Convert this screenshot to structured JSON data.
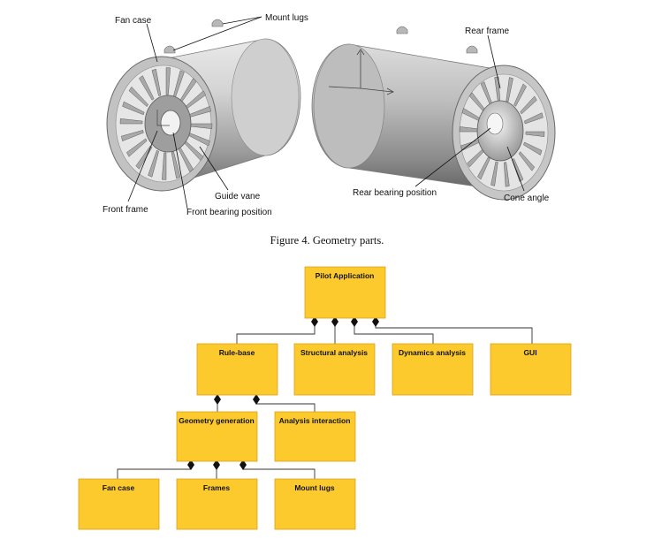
{
  "callouts": {
    "fan_case": "Fan case",
    "mount_lugs": "Mount lugs",
    "rear_frame": "Rear frame",
    "guide_vane": "Guide vane",
    "front_frame": "Front frame",
    "front_bearing_position": "Front bearing position",
    "rear_bearing_position": "Rear bearing position",
    "cone_angle": "Cone angle"
  },
  "caption": "Figure 4. Geometry parts.",
  "diagram": {
    "pilot_application": "Pilot Application",
    "rule_base": "Rule-base",
    "structural_analysis": "Structural analysis",
    "dynamics_analysis": "Dynamics analysis",
    "gui": "GUI",
    "geometry_generation": "Geometry generation",
    "analysis_interaction": "Analysis interaction",
    "fan_case": "Fan case",
    "frames": "Frames",
    "mount_lugs": "Mount lugs"
  },
  "colors": {
    "box_fill": "#fcca2c",
    "box_border": "#d9a31a",
    "cad_gray": "#a8a8a8"
  }
}
